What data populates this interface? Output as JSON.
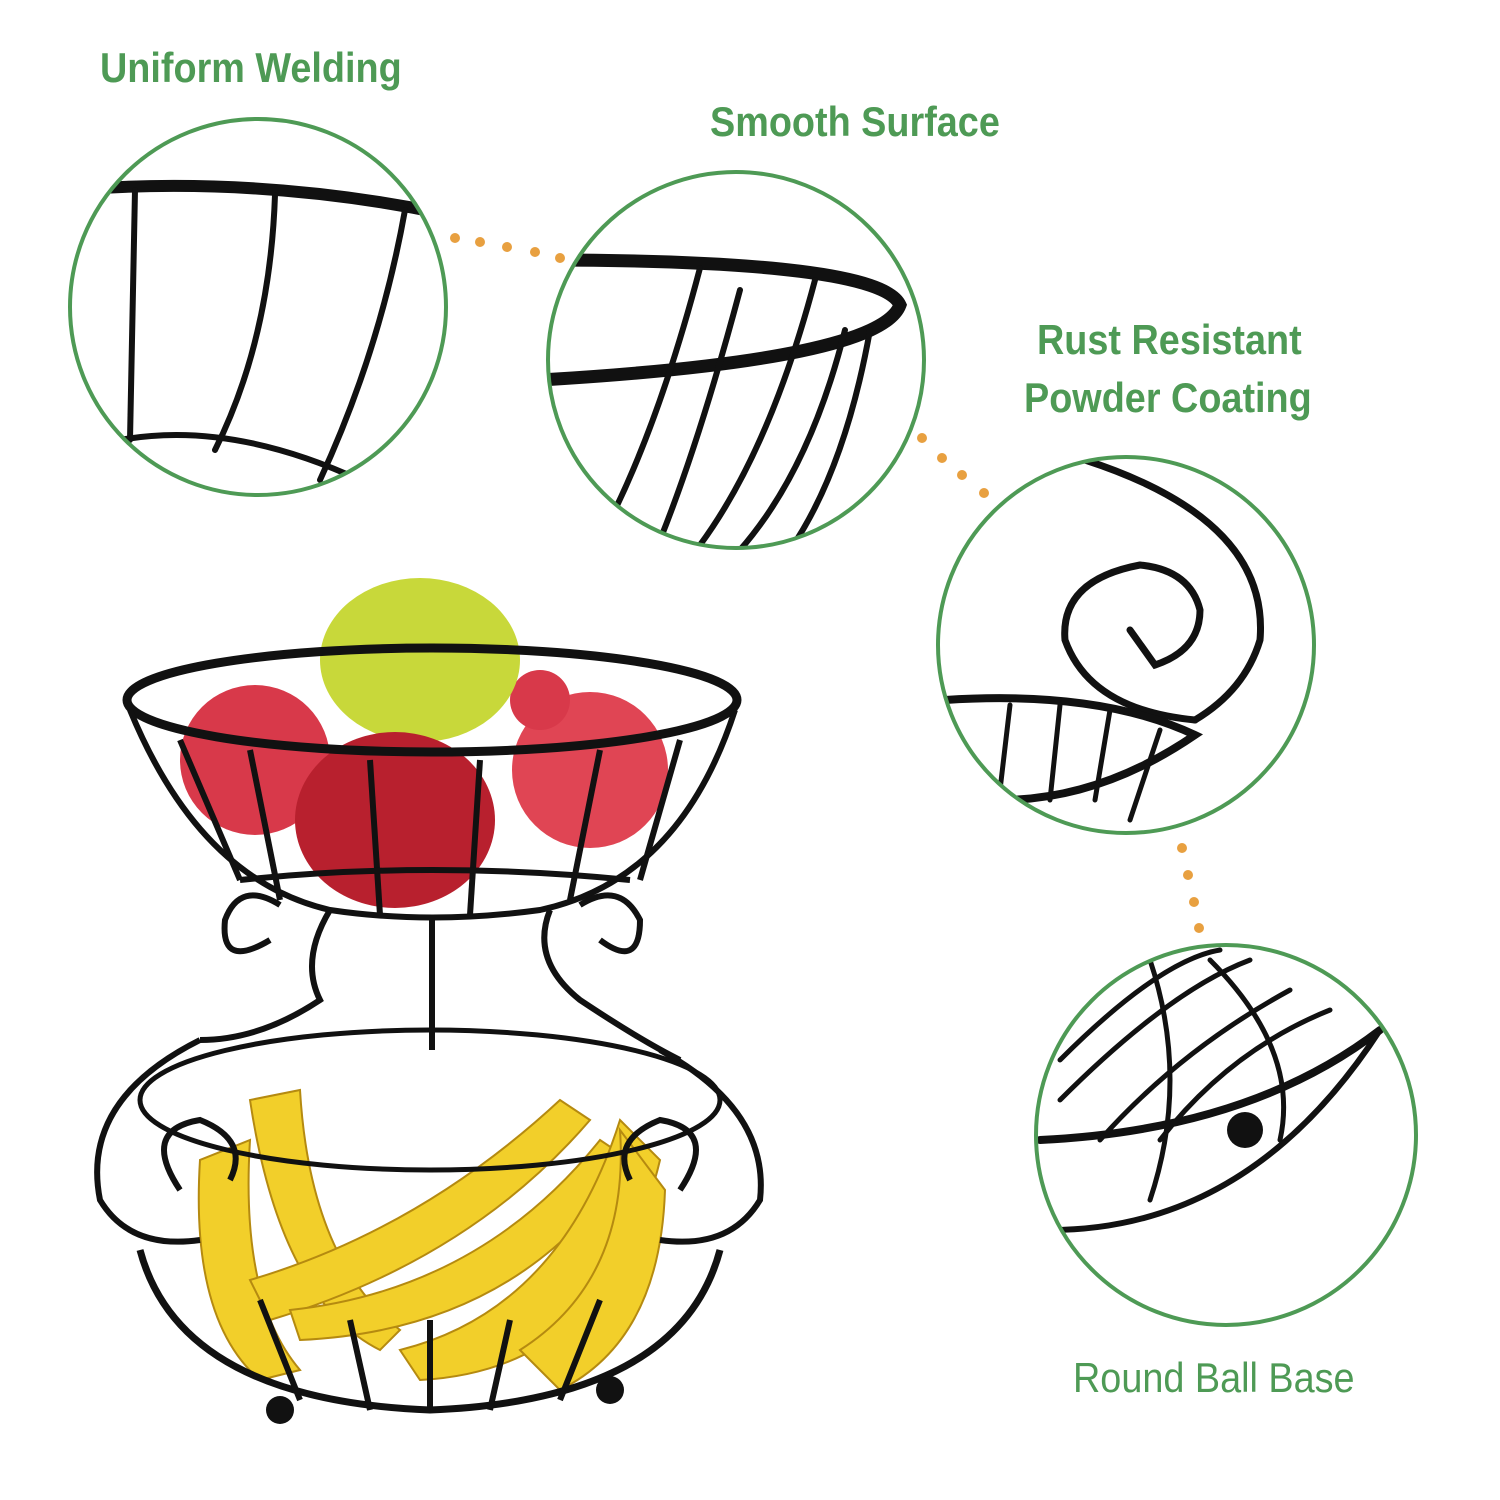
{
  "features": [
    {
      "label": "Uniform Welding"
    },
    {
      "label": "Smooth Surface"
    },
    {
      "label_line1": "Rust Resistant",
      "label_line2": "Powder Coating"
    },
    {
      "label": "Round Ball Base"
    }
  ],
  "colors": {
    "accent_green": "#4e9a55",
    "dot_orange": "#e8a040",
    "wire_black": "#111111",
    "apple_red": "#d8394a",
    "apple_green": "#c8d83a",
    "banana_yellow": "#f2cf2a"
  }
}
